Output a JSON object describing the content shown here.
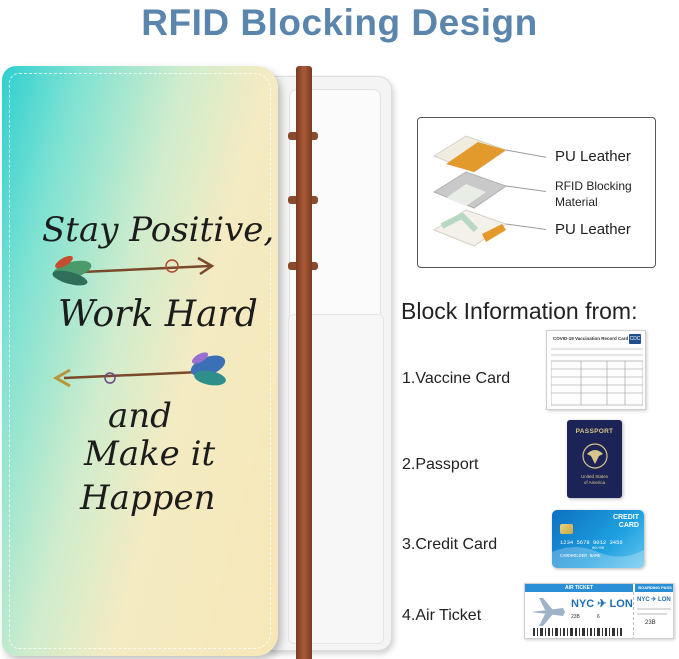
{
  "title": "RFID Blocking Design",
  "cover": {
    "quote_lines": [
      "Stay Positive,",
      "Work Hard",
      "and",
      "Make it",
      "Happen"
    ]
  },
  "layers": [
    {
      "label": "PU Leather"
    },
    {
      "label": "RFID Blocking\nMaterial"
    },
    {
      "label": "PU Leather"
    }
  ],
  "block_info": {
    "heading": "Block Information from:",
    "items": [
      {
        "label": "1.Vaccine Card"
      },
      {
        "label": "2.Passport"
      },
      {
        "label": "3.Credit Card"
      },
      {
        "label": "4.Air Ticket"
      }
    ]
  },
  "vaccine_card": {
    "heading": "COVID-19 Vaccination Record Card",
    "badge": "CDC"
  },
  "passport": {
    "heading": "PASSPORT",
    "caption": "United States\nof America"
  },
  "credit_card": {
    "heading": "CREDIT\nCARD",
    "number": "1234 5678 9012 3456",
    "holder": "CARDHOLDER NAME",
    "expiry": "00/00"
  },
  "air_ticket": {
    "header": "AIR TICKET",
    "stub_header": "BOARDING PASS",
    "route": "NYC ✈ LON",
    "stub_route": "NYC ✈ LON",
    "seat": "23B",
    "gate": "6",
    "stub_seat": "23B"
  },
  "colors": {
    "title": "#5a86ad",
    "cover_teal": "#2ecfd0",
    "cover_cream": "#f6e7b8",
    "elastic": "#a85a38",
    "leather_orange": "#e39a2c",
    "rfid_gray": "#c9c9c9",
    "leather_green_stripe": "#b7d9c4",
    "passport_navy": "#1c2457",
    "card_blue": "#1ea0e0"
  }
}
